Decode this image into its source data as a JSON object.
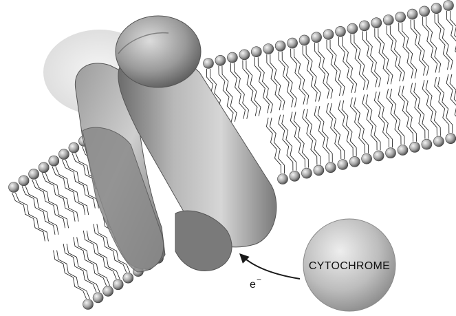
{
  "labels": {
    "cytochrome": "CYTOCHROME",
    "electron": "e",
    "electron_charge": "−"
  },
  "colors": {
    "background": "#ffffff",
    "membrane_head_light": "#e6e6e6",
    "membrane_head_dark": "#5a5a5a",
    "lipid_tail": "#2a2a2a",
    "protein_light": "#cfcfcf",
    "protein_dark": "#5f5f5f",
    "cytochrome_light": "#e2e2e2",
    "cytochrome_dark": "#8a8a8a",
    "arrow": "#1a1a1a"
  },
  "icons": {
    "protein": "membrane-protein-complex",
    "cytochrome": "cytochrome-sphere",
    "arrow": "electron-transfer-arrow"
  }
}
